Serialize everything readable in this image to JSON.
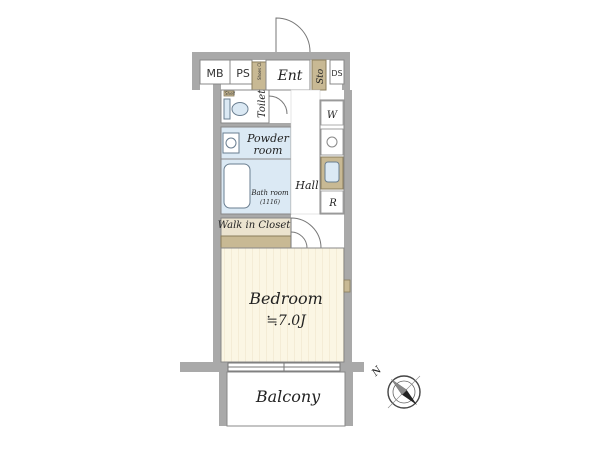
{
  "floorplan": {
    "labels": {
      "mb": "MB",
      "ps": "PS",
      "shoes_cl": "Shoes Cl.",
      "ent": "Ent",
      "sto": "Sto",
      "ds": "DS",
      "shelf": "Shelf",
      "toilet": "Toilet",
      "w": "W",
      "powder_line1": "Powder",
      "powder_line2": "room",
      "hall": "Hall",
      "bath_line1": "Bath room",
      "bath_line2": "(1116)",
      "r": "R",
      "walk_in_closet": "Walk in Closet",
      "bedroom": "Bedroom",
      "bedroom_size": "≒7.0J",
      "balcony": "Balcony",
      "compass_north": "N"
    },
    "colors": {
      "wall": "#a9a9a9",
      "bedroom_floor": "#fbf6e4",
      "wet_area": "#dbe9f4",
      "wood": "#c8b994",
      "closet": "#ebe3cf"
    }
  }
}
